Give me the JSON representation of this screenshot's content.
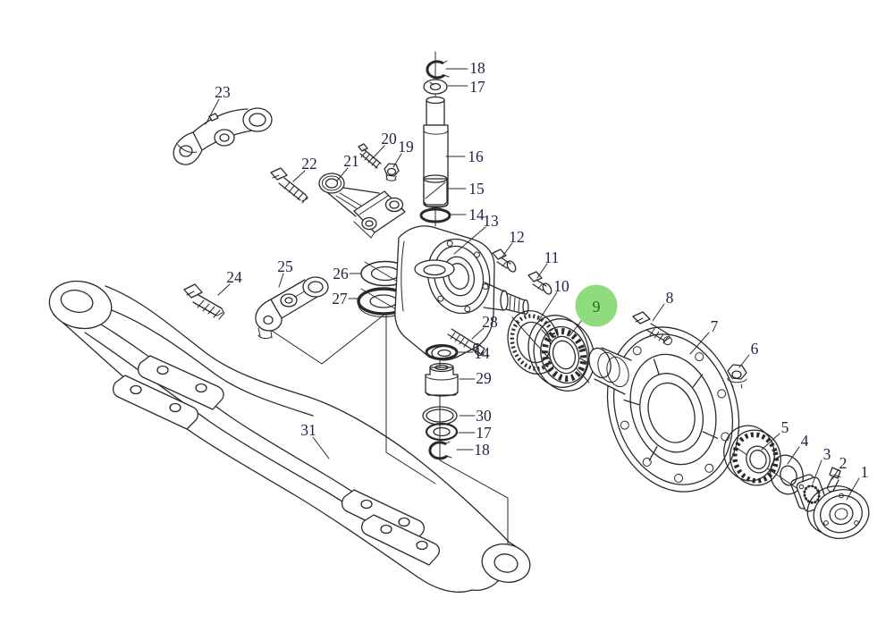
{
  "diagram": {
    "type": "exploded-parts-diagram",
    "subject": "front axle, steering knuckle and wheel hub assembly"
  },
  "colors": {
    "line": "#2a2a2a",
    "label": "#1d2340",
    "highlight_fill": "#8fdc7f",
    "highlight_text": "#15701c",
    "background": "#ffffff"
  },
  "highlighted_callout": "9",
  "callouts": [
    {
      "num": "18"
    },
    {
      "num": "17"
    },
    {
      "num": "16"
    },
    {
      "num": "15"
    },
    {
      "num": "14"
    },
    {
      "num": "13"
    },
    {
      "num": "12"
    },
    {
      "num": "11"
    },
    {
      "num": "10"
    },
    {
      "num": "9",
      "highlighted": true
    },
    {
      "num": "8"
    },
    {
      "num": "7"
    },
    {
      "num": "6"
    },
    {
      "num": "5"
    },
    {
      "num": "4"
    },
    {
      "num": "3"
    },
    {
      "num": "2"
    },
    {
      "num": "1"
    },
    {
      "num": "23"
    },
    {
      "num": "22"
    },
    {
      "num": "21"
    },
    {
      "num": "20"
    },
    {
      "num": "19"
    },
    {
      "num": "26"
    },
    {
      "num": "27"
    },
    {
      "num": "24"
    },
    {
      "num": "25"
    },
    {
      "num": "28"
    },
    {
      "num": "14"
    },
    {
      "num": "29"
    },
    {
      "num": "30"
    },
    {
      "num": "17"
    },
    {
      "num": "18"
    },
    {
      "num": "31"
    }
  ]
}
